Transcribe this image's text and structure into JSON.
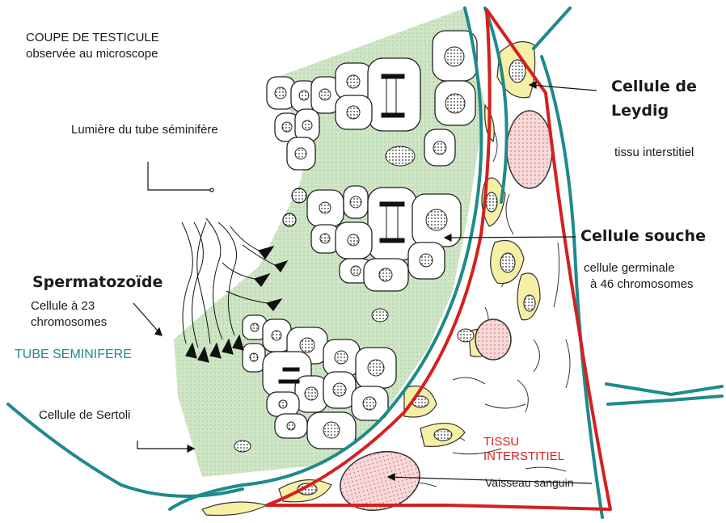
{
  "title": {
    "line1": "COUPE DE TESTICULE",
    "line2": "observée au microscope"
  },
  "labels": {
    "lumiere": "Lumière du tube séminifère",
    "leydig_line1": "Cellule de",
    "leydig_line2": "Leydig",
    "tissu_interstitiel_small": "tissu interstitiel",
    "cellule_souche": "Cellule souche",
    "germinale_line1": "cellule germinale",
    "germinale_line2": "à 46 chromosomes",
    "spermatozoide": "Spermatozoïde",
    "cellule23_line1": "Cellule à 23",
    "cellule23_line2": "chromosomes",
    "tube_seminifere": "TUBE SEMINIFERE",
    "sertoli": "Cellule de Sertoli",
    "tissu_line1": "TISSU",
    "tissu_line2": "INTERSTITIEL",
    "vaisseau": "Vaisseau sanguin"
  },
  "colors": {
    "lumen_fill": "#cfe6c6",
    "tube_border": "#1f8a8a",
    "interstitial_border": "#d42020",
    "leydig_fill": "#f6f0a6",
    "vessel_fill": "#f8d9d9",
    "cell_fill": "#ffffff"
  }
}
